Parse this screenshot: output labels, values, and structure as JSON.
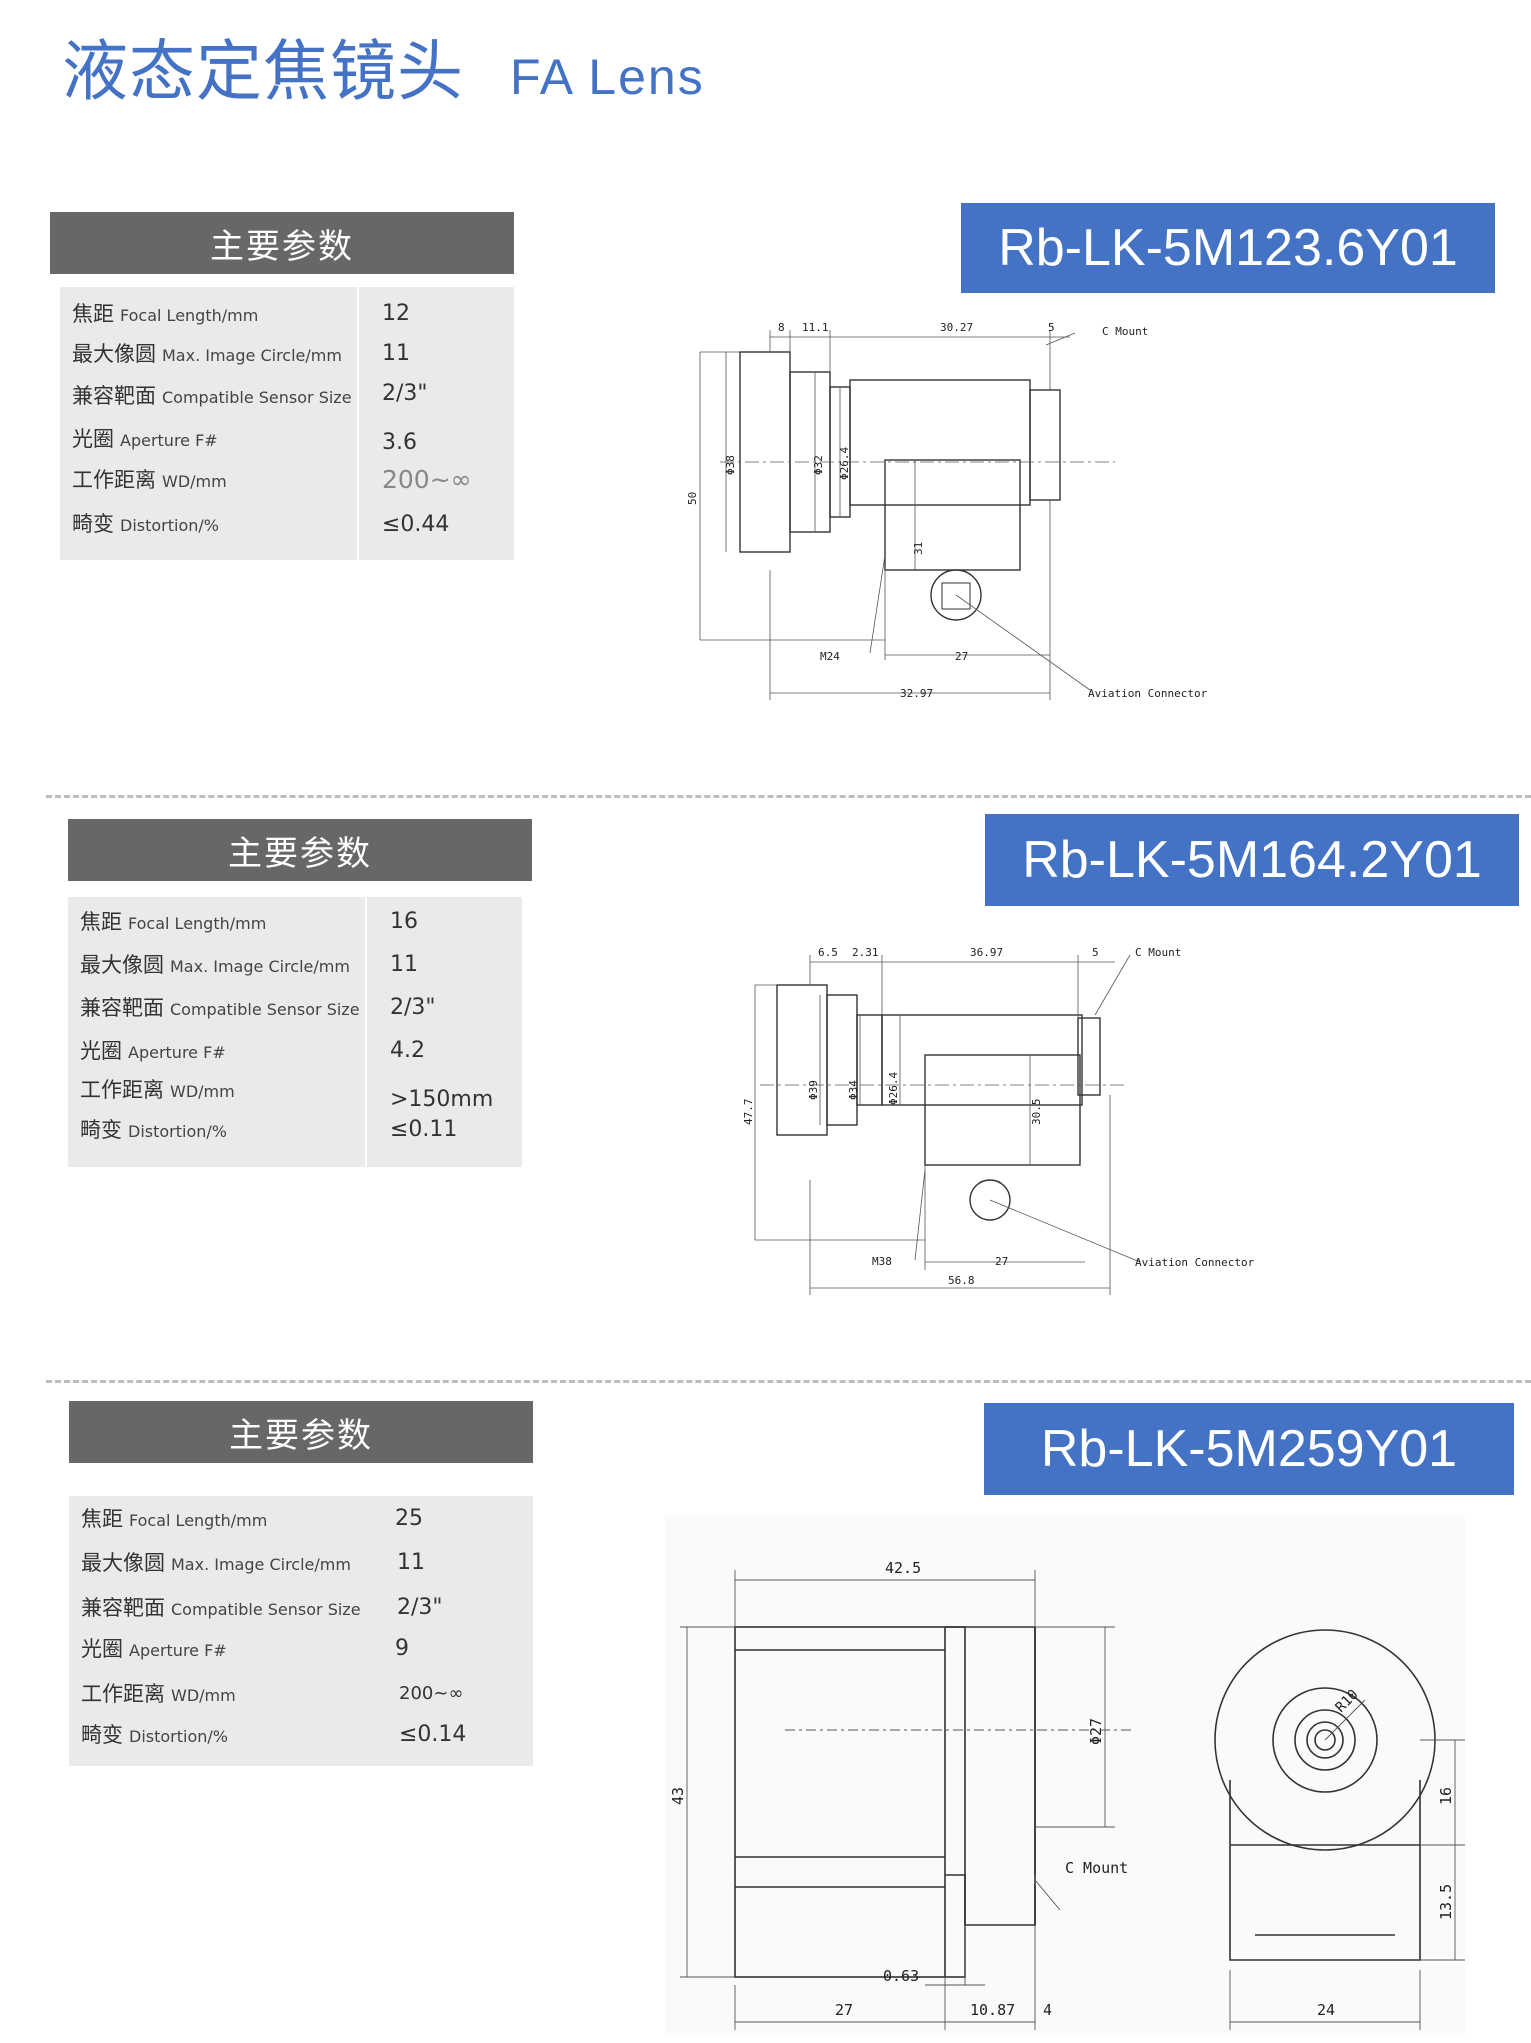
{
  "page": {
    "title_zh": "液态定焦镜头",
    "title_en": "FA  Lens"
  },
  "sections": [
    {
      "params_header": "主要参数",
      "model": "Rb-LK-5M123.6Y01",
      "params": [
        {
          "zh": "焦距",
          "en": "Focal Length/mm",
          "value": "12"
        },
        {
          "zh": "最大像圆",
          "en": "Max. Image Circle/mm",
          "value": "11"
        },
        {
          "zh": "兼容靶面",
          "en": "Compatible Sensor Size",
          "value": "2/3\""
        },
        {
          "zh": "光圈",
          "en": "Aperture F#",
          "value": "3.6"
        },
        {
          "zh": "工作距离",
          "en": "WD/mm",
          "value": "200~∞"
        },
        {
          "zh": "畸变",
          "en": "Distortion/%",
          "value": "≤0.44"
        }
      ],
      "drawing": {
        "dims": [
          "8",
          "11.1",
          "30.27",
          "5",
          "50",
          "Φ38",
          "Φ32",
          "Φ26.4",
          "31",
          "M24",
          "27",
          "32.97"
        ],
        "labels": [
          "C Mount",
          "Aviation Connector"
        ]
      }
    },
    {
      "params_header": "主要参数",
      "model": "Rb-LK-5M164.2Y01",
      "params": [
        {
          "zh": "焦距",
          "en": "Focal Length/mm",
          "value": "16"
        },
        {
          "zh": "最大像圆",
          "en": "Max. Image Circle/mm",
          "value": "11"
        },
        {
          "zh": "兼容靶面",
          "en": "Compatible Sensor Size",
          "value": "2/3\""
        },
        {
          "zh": "光圈",
          "en": "Aperture F#",
          "value": "4.2"
        },
        {
          "zh": "工作距离",
          "en": "WD/mm",
          "value": ">150mm"
        },
        {
          "zh": "畸变",
          "en": "Distortion/%",
          "value": "≤0.11"
        }
      ],
      "drawing": {
        "dims": [
          "6.5",
          "2.31",
          "36.97",
          "5",
          "47.7",
          "Φ39",
          "Φ34",
          "Φ26.4",
          "30.5",
          "M38",
          "27",
          "56.8"
        ],
        "labels": [
          "C Mount",
          "Aviation Connector"
        ]
      }
    },
    {
      "params_header": "主要参数",
      "model": "Rb-LK-5M259Y01",
      "params": [
        {
          "zh": "焦距",
          "en": "Focal Length/mm",
          "value": "25"
        },
        {
          "zh": "最大像圆",
          "en": "Max. Image Circle/mm",
          "value": "11"
        },
        {
          "zh": "兼容靶面",
          "en": "Compatible Sensor Size",
          "value": "2/3\""
        },
        {
          "zh": "光圈",
          "en": "Aperture F#",
          "value": "9"
        },
        {
          "zh": "工作距离",
          "en": "WD/mm",
          "value": "200~∞"
        },
        {
          "zh": "畸变",
          "en": "Distortion/%",
          "value": "≤0.14"
        }
      ],
      "drawing": {
        "dims": [
          "42.5",
          "43",
          "Φ27",
          "R10",
          "16",
          "13.5",
          "0.63",
          "27",
          "10.87",
          "4",
          "24"
        ],
        "labels": [
          "C Mount"
        ]
      }
    }
  ]
}
